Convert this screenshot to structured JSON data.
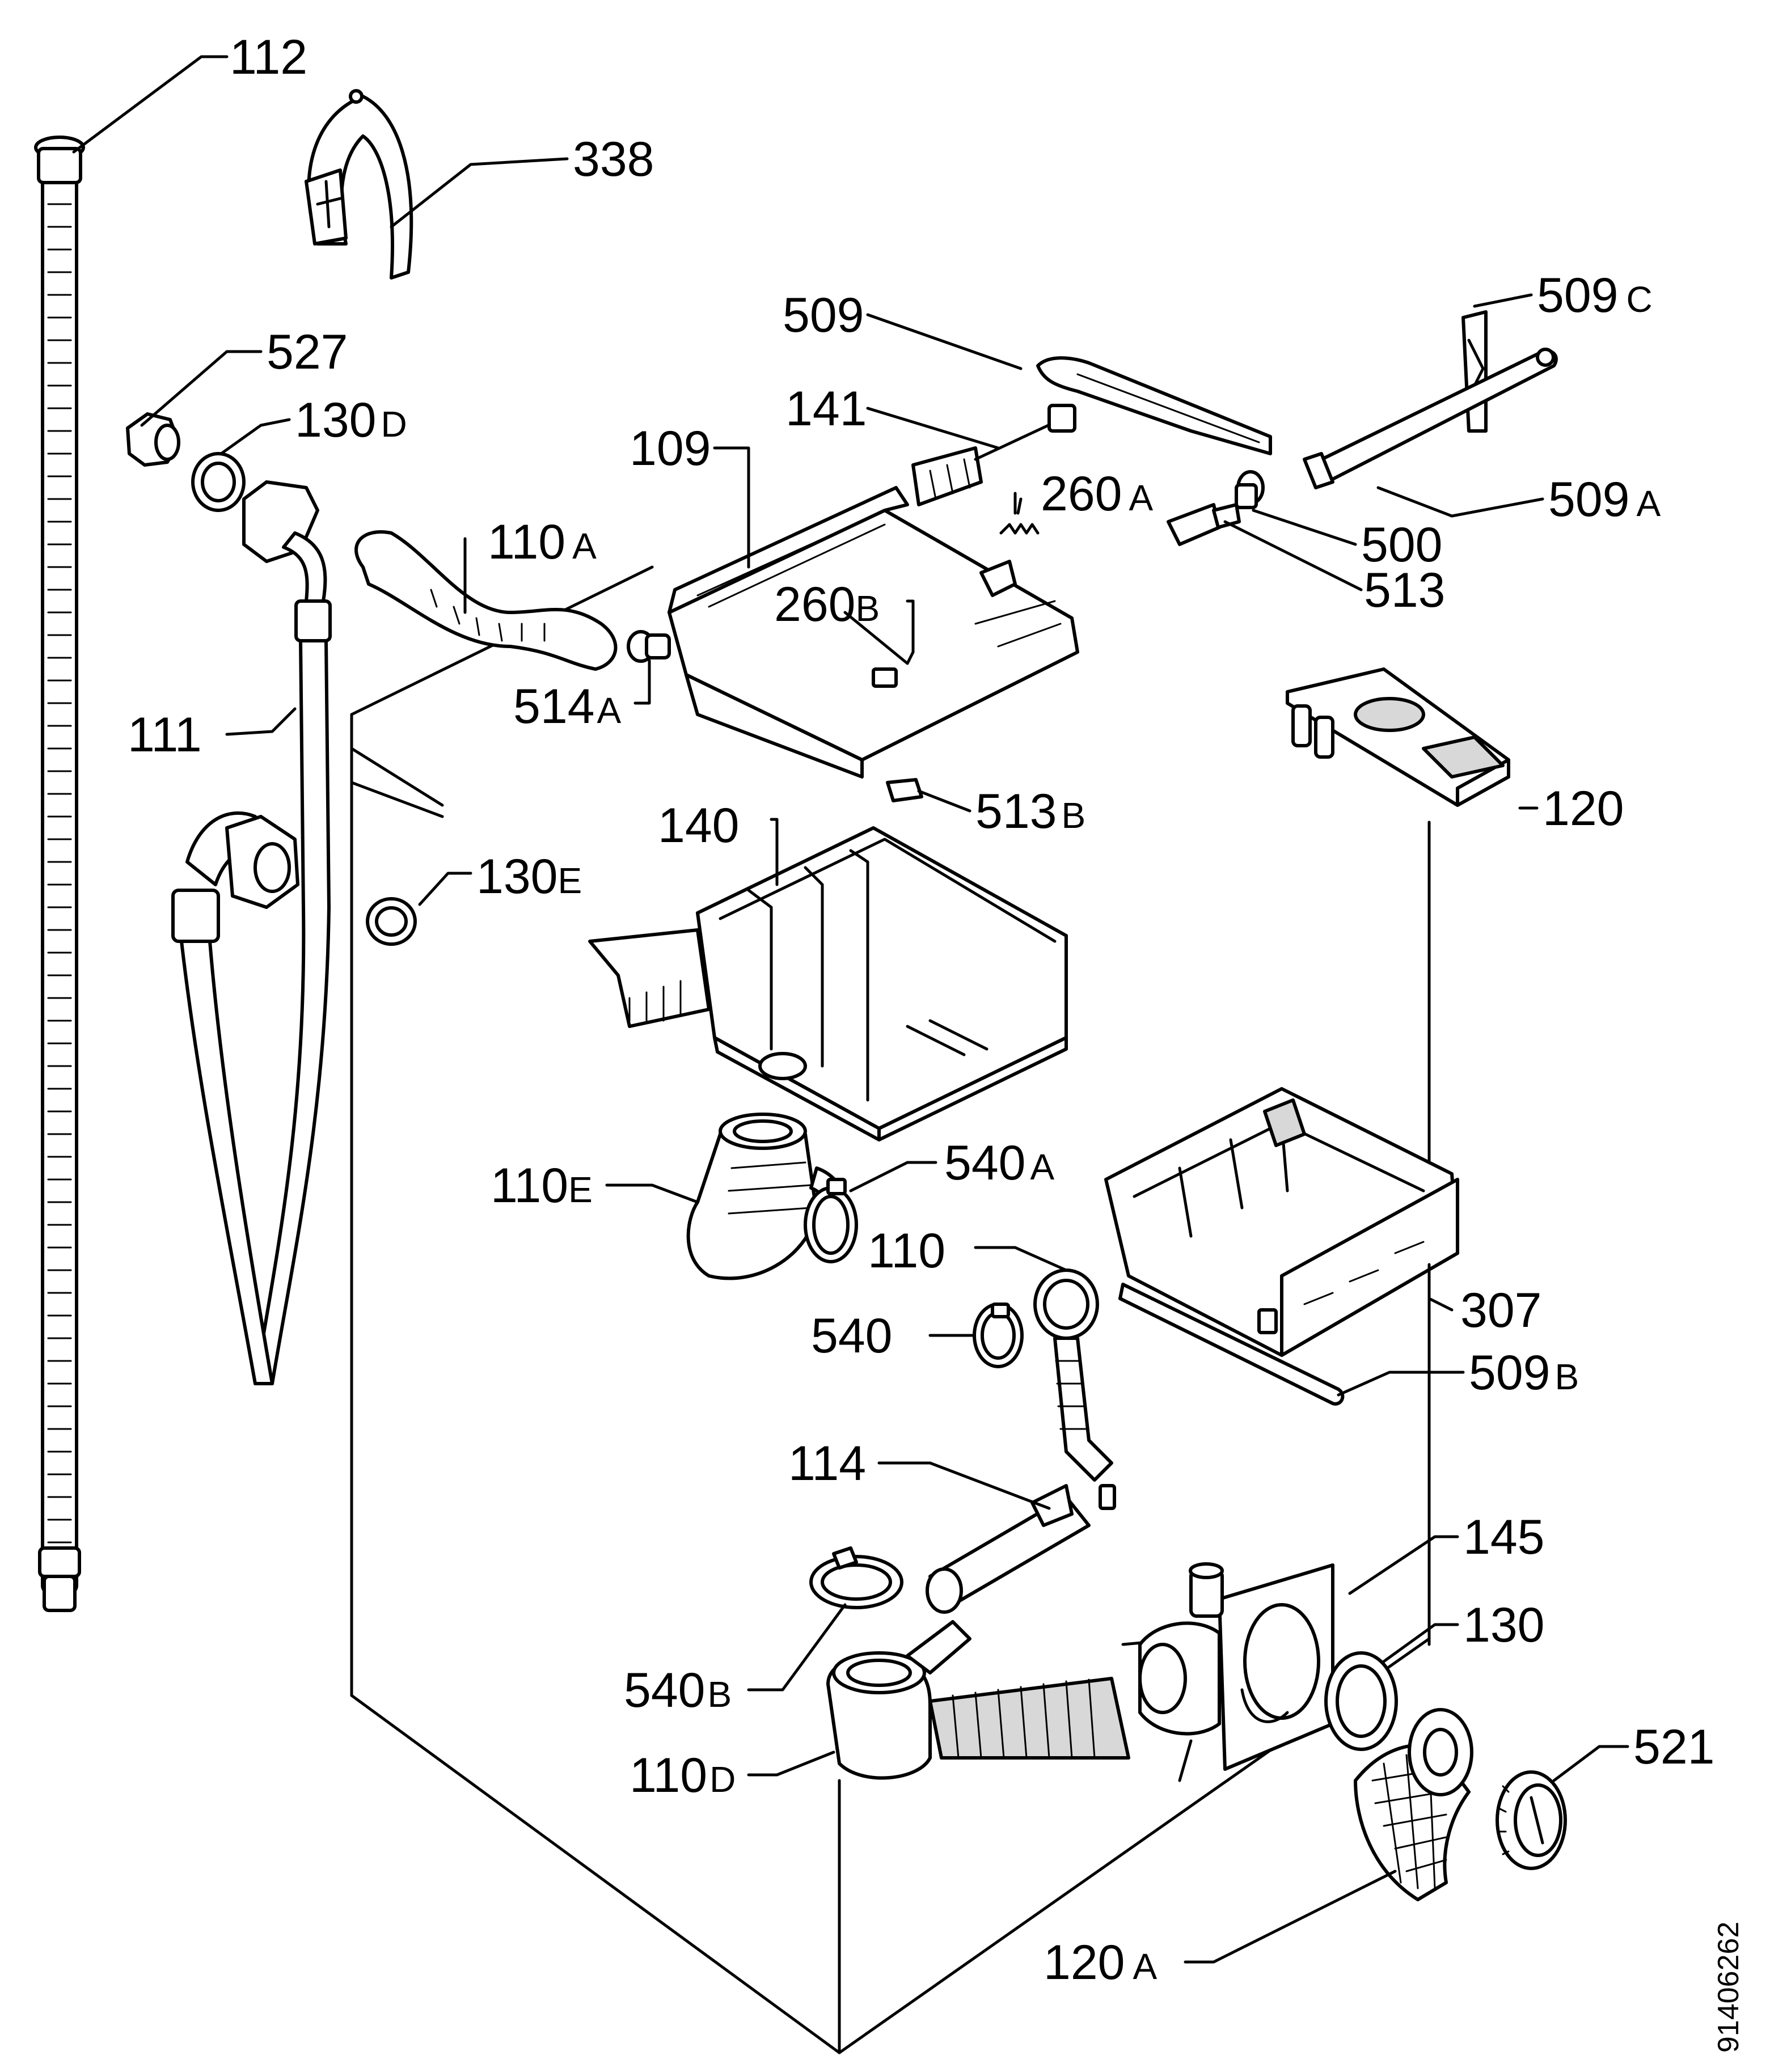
{
  "diagram": {
    "document_number": "91406262",
    "labels": {
      "l112": {
        "num": "112",
        "suffix": ""
      },
      "l338": {
        "num": "338",
        "suffix": ""
      },
      "l527": {
        "num": "527",
        "suffix": ""
      },
      "l130D": {
        "num": "130",
        "suffix": "D"
      },
      "l509": {
        "num": "509",
        "suffix": ""
      },
      "l509C": {
        "num": "509",
        "suffix": "C"
      },
      "l141": {
        "num": "141",
        "suffix": ""
      },
      "l109": {
        "num": "109",
        "suffix": ""
      },
      "l110A": {
        "num": "110",
        "suffix": "A"
      },
      "l260A": {
        "num": "260",
        "suffix": "A"
      },
      "l509A": {
        "num": "509",
        "suffix": "A"
      },
      "l500": {
        "num": "500",
        "suffix": ""
      },
      "l513": {
        "num": "513",
        "suffix": ""
      },
      "l260B": {
        "num": "260",
        "suffix": "B"
      },
      "l514A": {
        "num": "514",
        "suffix": "A"
      },
      "l111": {
        "num": "111",
        "suffix": ""
      },
      "l120": {
        "num": "120",
        "suffix": ""
      },
      "l513B": {
        "num": "513",
        "suffix": "B"
      },
      "l140": {
        "num": "140",
        "suffix": ""
      },
      "l130E": {
        "num": "130",
        "suffix": "E"
      },
      "l110E": {
        "num": "110",
        "suffix": "E"
      },
      "l540A": {
        "num": "540",
        "suffix": "A"
      },
      "l110": {
        "num": "110",
        "suffix": ""
      },
      "l307": {
        "num": "307",
        "suffix": ""
      },
      "l540": {
        "num": "540",
        "suffix": ""
      },
      "l509B": {
        "num": "509",
        "suffix": "B"
      },
      "l114": {
        "num": "114",
        "suffix": ""
      },
      "l145": {
        "num": "145",
        "suffix": ""
      },
      "l130": {
        "num": "130",
        "suffix": ""
      },
      "l540B": {
        "num": "540",
        "suffix": "B"
      },
      "l110D": {
        "num": "110",
        "suffix": "D"
      },
      "l521": {
        "num": "521",
        "suffix": ""
      },
      "l120A": {
        "num": "120",
        "suffix": "A"
      }
    }
  }
}
